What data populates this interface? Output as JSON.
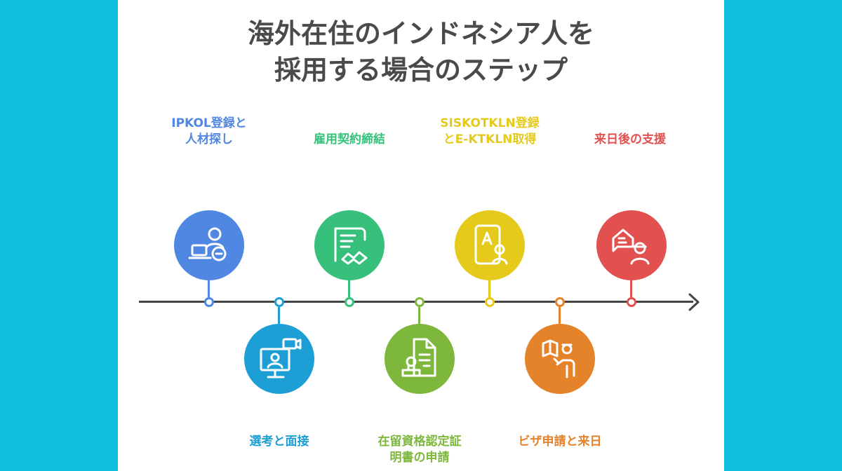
{
  "title": {
    "line1": "海外在住のインドネシア人を",
    "line2": "採用する場合のステップ"
  },
  "steps": [
    {
      "line1": "IPKOL登録と",
      "line2": "人材探し",
      "color": "#4f87e3",
      "icon": "person-laptop-icon"
    },
    {
      "line1": "選考と面接",
      "line2": "",
      "color": "#1d9fd6",
      "icon": "video-interview-icon"
    },
    {
      "line1": "雇用契約締結",
      "line2": "",
      "color": "#36c07b",
      "icon": "contract-handshake-icon"
    },
    {
      "line1": "在留資格認定証",
      "line2": "明書の申請",
      "color": "#7db83c",
      "icon": "document-stamp-icon"
    },
    {
      "line1": "SISKOTKLN登録",
      "line2": "とE-KTKLN取得",
      "color": "#e5c91b",
      "icon": "mobile-id-icon"
    },
    {
      "line1": "ビザ申請と来日",
      "line2": "",
      "color": "#e5832b",
      "icon": "passport-traveler-icon"
    },
    {
      "line1": "来日後の支援",
      "line2": "",
      "color": "#e2504f",
      "icon": "support-chat-person-icon"
    }
  ]
}
